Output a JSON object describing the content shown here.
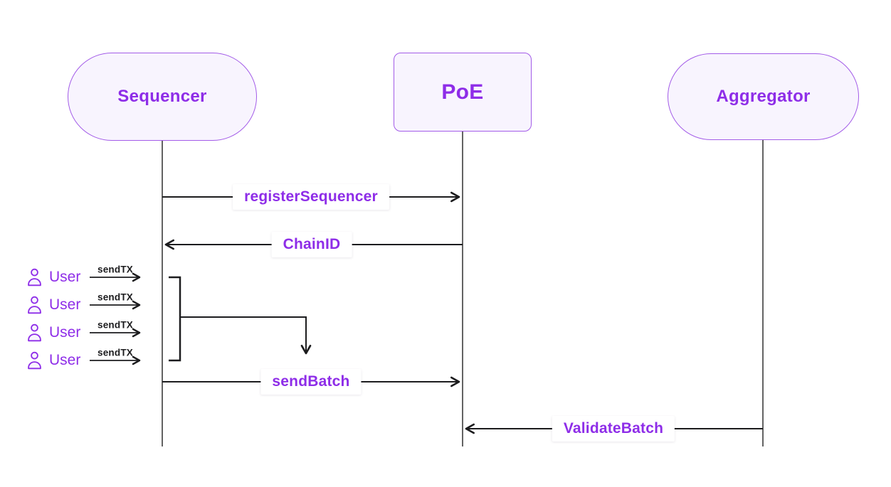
{
  "actors": [
    {
      "name": "Sequencer",
      "shape": "pill"
    },
    {
      "name": "PoE",
      "shape": "rounded-rect"
    },
    {
      "name": "Aggregator",
      "shape": "pill"
    }
  ],
  "messages": [
    {
      "label": "registerSequencer",
      "from": "Sequencer",
      "to": "PoE",
      "direction": "right"
    },
    {
      "label": "ChainID",
      "from": "PoE",
      "to": "Sequencer",
      "direction": "left"
    },
    {
      "label": "sendBatch",
      "from": "Sequencer",
      "to": "PoE",
      "direction": "right"
    },
    {
      "label": "ValidateBatch",
      "from": "Aggregator",
      "to": "PoE",
      "direction": "left"
    }
  ],
  "users": {
    "rows": [
      {
        "label": "User",
        "action": "sendTX"
      },
      {
        "label": "User",
        "action": "sendTX"
      },
      {
        "label": "User",
        "action": "sendTX"
      },
      {
        "label": "User",
        "action": "sendTX"
      }
    ],
    "icon": "person-icon"
  },
  "colors": {
    "accent_purple": "#8E2DE8",
    "node_border": "#A35CE8",
    "node_fill": "#F8F4FE",
    "arrow_black": "#1C1C1E",
    "lifeline_gray": "#636363",
    "label_bg": "#FFFFFF",
    "canvas_bg": "#FFFFFF"
  }
}
